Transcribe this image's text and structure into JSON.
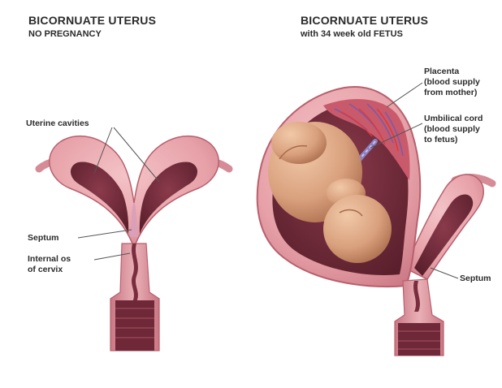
{
  "panels": {
    "left": {
      "title": "BICORNUATE UTERUS",
      "subtitle": "NO PREGNANCY",
      "labels": {
        "uterine_cavities": "Uterine cavities",
        "septum": "Septum",
        "internal_os_line1": "Internal os",
        "internal_os_line2": "of cervix"
      }
    },
    "right": {
      "title": "BICORNUATE UTERUS",
      "subtitle": "with 34 week old FETUS",
      "labels": {
        "placenta_line1": "Placenta",
        "placenta_line2": "(blood supply",
        "placenta_line3": "from mother)",
        "umbilical_line1": "Umbilical cord",
        "umbilical_line2": "(blood supply",
        "umbilical_line3": "to fetus)",
        "septum": "Septum"
      }
    }
  },
  "colors": {
    "tissue": "#e7a1a8",
    "tissue_dark": "#c97683",
    "cavity": "#6e2837",
    "fetus": "#d9a07d",
    "leader": "#555555"
  }
}
